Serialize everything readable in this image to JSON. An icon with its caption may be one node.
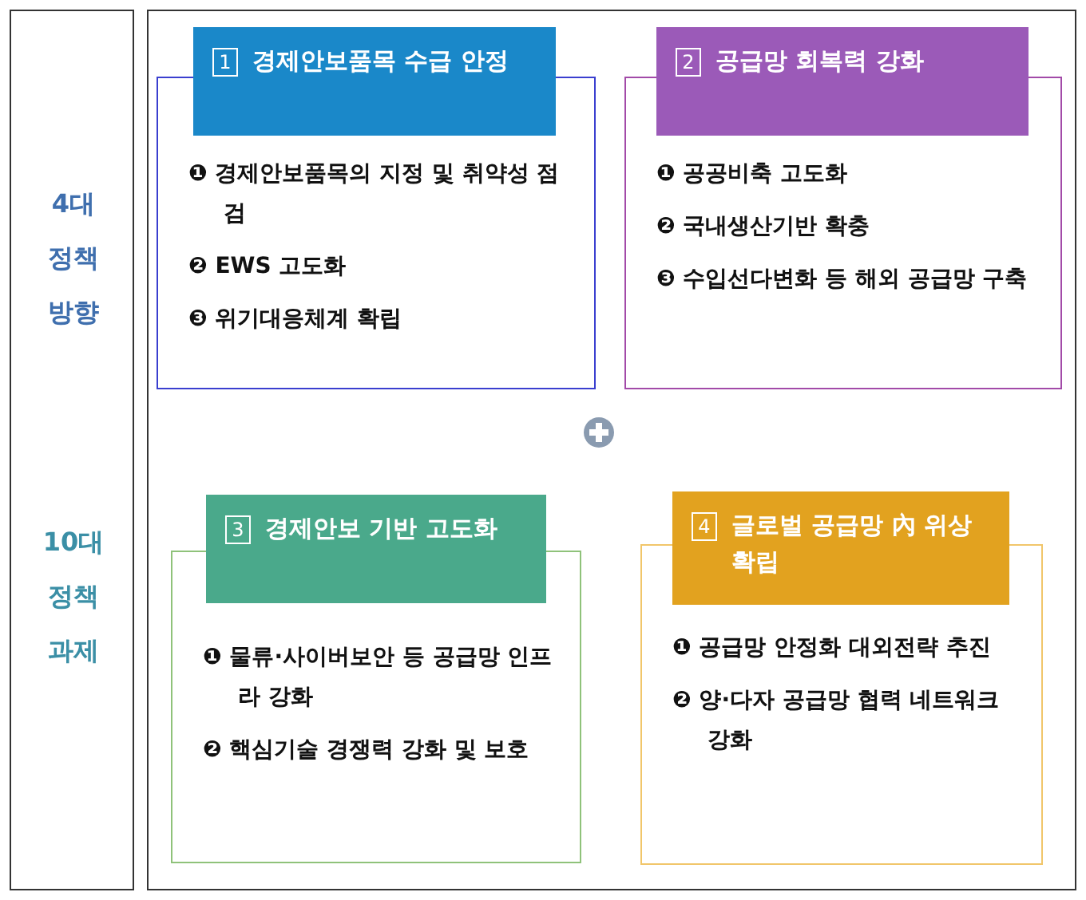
{
  "diagram": {
    "nodes": [
      {
        "text": [
          "4대 정책 방향",
          "10대 정책 과제"
        ]
      },
      {
        "text": [],
        "shape": "box"
      },
      {
        "text": [
          "❶ 경제안보품목의 지정 및 취약성 점검",
          "❷ EWS 고도화",
          "❸ 위기대응체계 확립"
        ],
        "in": 1
      },
      {
        "text": [
          "1",
          "경제안보품목 수급 안정"
        ],
        "in": 1
      },
      {
        "text": [
          "❶ 공공비축 고도화",
          "❷ 국내생산기반 확충",
          "❸ 수입선다변화 등 해외 공급망 구축"
        ],
        "in": 1
      },
      {
        "text": [
          "2",
          "공급망 회복력 강화"
        ],
        "in": 1
      },
      {
        "text": [
          "❶ 물류·사이버보안 등 공급망 인프라 강화",
          "❷ 핵심기술 경쟁력 강화 및 보호"
        ],
        "in": 1
      },
      {
        "text": [
          "3",
          "경제안보 기반 고도화"
        ],
        "in": 1
      },
      {
        "text": [
          "❶ 공급망 안정화 대외전략 추진",
          "❷ 양·다자 공급망 협력 네트워크 강화"
        ],
        "in": 1
      },
      {
        "text": [
          "4",
          "글로벌 공급망 內 위상 확립"
        ],
        "in": 1
      }
    ],
    "edges": []
  }
}
